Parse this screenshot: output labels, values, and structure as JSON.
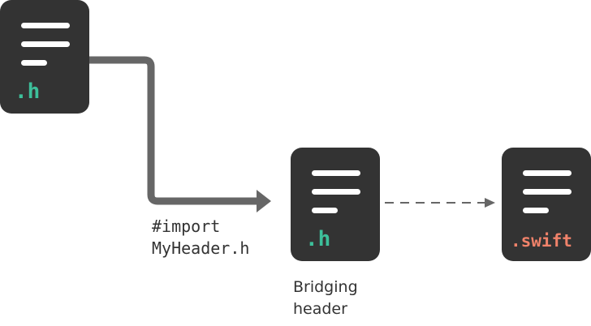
{
  "files": {
    "header": {
      "extension": ".h"
    },
    "bridging": {
      "extension": ".h",
      "caption_line1": "Bridging",
      "caption_line2": "header"
    },
    "swift": {
      "extension": ".swift"
    }
  },
  "import_label": {
    "line1": "#import",
    "line2": "MyHeader.h"
  },
  "colors": {
    "card": "#333333",
    "h_ext": "#3dbf9a",
    "swift_ext": "#f0826a",
    "solid_arrow": "#666666",
    "dashed_arrow": "#666666"
  }
}
